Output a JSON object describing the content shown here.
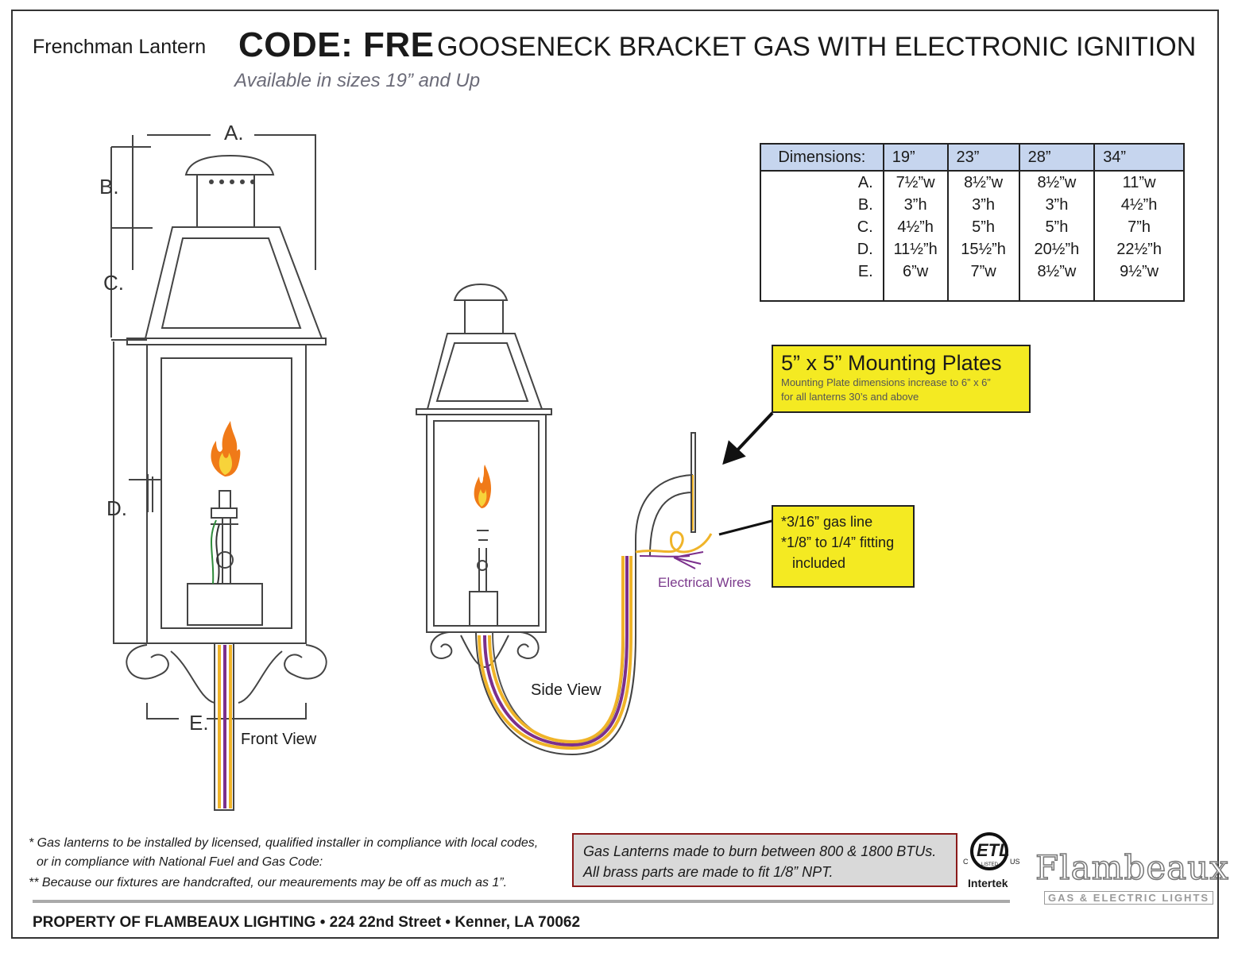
{
  "header": {
    "subtitle": "Frenchman Lantern",
    "code": "CODE: FRE",
    "headline": "GOOSENECK BRACKET GAS WITH ELECTRONIC IGNITION",
    "sizes_note": "Available in sizes 19” and Up"
  },
  "dimensions_table": {
    "header_label": "Dimensions:",
    "columns": [
      "19”",
      "23”",
      "28”",
      "34”"
    ],
    "rows": [
      {
        "label": "A.",
        "values": [
          "7½”w",
          "8½”w",
          "8½”w",
          "11”w"
        ]
      },
      {
        "label": "B.",
        "values": [
          "3”h",
          "3”h",
          "3”h",
          "4½”h"
        ]
      },
      {
        "label": "C.",
        "values": [
          "4½”h",
          "5”h",
          "5”h",
          "7”h"
        ]
      },
      {
        "label": "D.",
        "values": [
          "11½”h",
          "15½”h",
          "20½”h",
          "22½”h"
        ]
      },
      {
        "label": "E.",
        "values": [
          "6”w",
          "7”w",
          "8½”w",
          "9½”w"
        ]
      }
    ]
  },
  "mounting_plate": {
    "title": "5” x 5” Mounting Plates",
    "note_line1": "Mounting Plate dimensions increase to 6” x 6”",
    "note_line2": "for all lanterns 30’s and above"
  },
  "gas_callout": {
    "line1": "*3/16” gas line",
    "line2": "*1/8” to 1/4” fitting",
    "line3": "included"
  },
  "labels": {
    "electrical_wires": "Electrical Wires",
    "side_view": "Side View",
    "front_view": "Front View",
    "dim_a": "A.",
    "dim_b": "B.",
    "dim_c": "C.",
    "dim_d": "D.",
    "dim_e": "E."
  },
  "notes": {
    "line1": "* Gas lanterns to be installed by licensed, qualified installer in compliance with local codes,",
    "line2": "or in compliance with National Fuel and Gas Code:",
    "line3": "** Because our fixtures are handcrafted, our meaurements may be off as much as 1”."
  },
  "btu_box": {
    "line1": "Gas Lanterns made to burn between 800 & 1800 BTUs.",
    "line2": "All brass parts are made to fit 1/8” NPT."
  },
  "certification": {
    "mark": "ETL",
    "c": "C",
    "us": "US",
    "listed": "LISTED",
    "brand": "Intertek"
  },
  "brand": {
    "name": "Flambeaux",
    "tagline": "GAS & ELECTRIC LIGHTS"
  },
  "footer": {
    "text": "PROPERTY OF FLAMBEAUX LIGHTING • 224 22nd Street • Kenner, LA 70062"
  },
  "colors": {
    "table_header": "#c6d5ee",
    "callout_yellow": "#f4ea22",
    "gas_line_yellow": "#f0b429",
    "wire_purple": "#7b2f8c",
    "flame_orange": "#f07a18"
  }
}
